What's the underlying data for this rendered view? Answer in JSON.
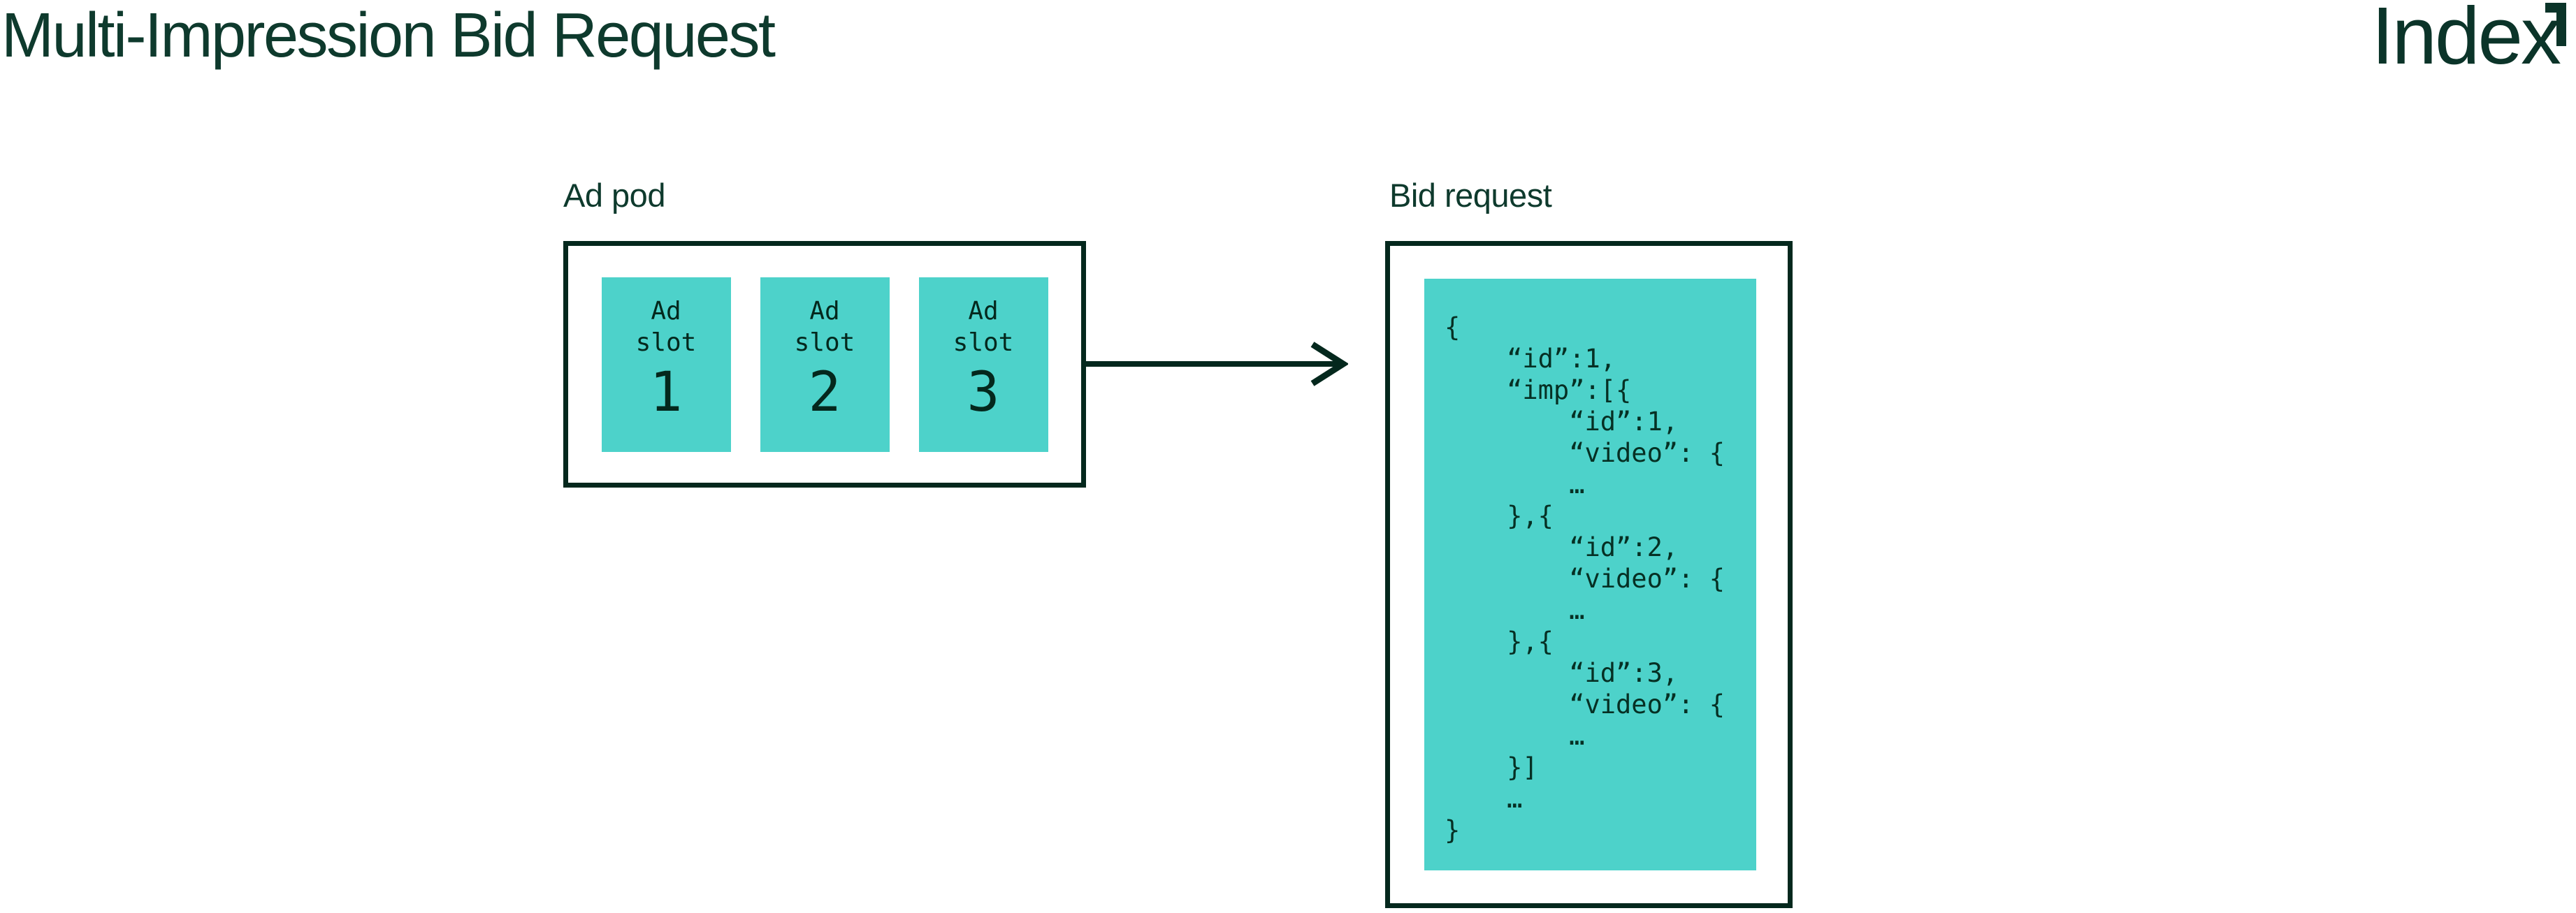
{
  "page": {
    "title": "Multi-Impression Bid Request"
  },
  "logo": {
    "text": "Index",
    "mark_icon": "corner-arrow"
  },
  "colors": {
    "teal": "#4DD2CA",
    "dark_green": "#04281D",
    "text_green": "#0E3A2D",
    "background": "#FFFFFF"
  },
  "ad_pod": {
    "label": "Ad pod",
    "slots": [
      {
        "line1": "Ad",
        "line2": "slot",
        "number": "1"
      },
      {
        "line1": "Ad",
        "line2": "slot",
        "number": "2"
      },
      {
        "line1": "Ad",
        "line2": "slot",
        "number": "3"
      }
    ]
  },
  "arrow": {
    "direction": "right"
  },
  "bid_request": {
    "label": "Bid request",
    "code_lines": [
      "{",
      "    “id”:1,",
      "    “imp”:[{",
      "        “id”:1,",
      "        “video”: {",
      "        …",
      "    },{",
      "        “id”:2,",
      "        “video”: {",
      "        …",
      "    },{",
      "        “id”:3,",
      "        “video”: {",
      "        …",
      "    }]",
      "    …",
      "}"
    ]
  }
}
